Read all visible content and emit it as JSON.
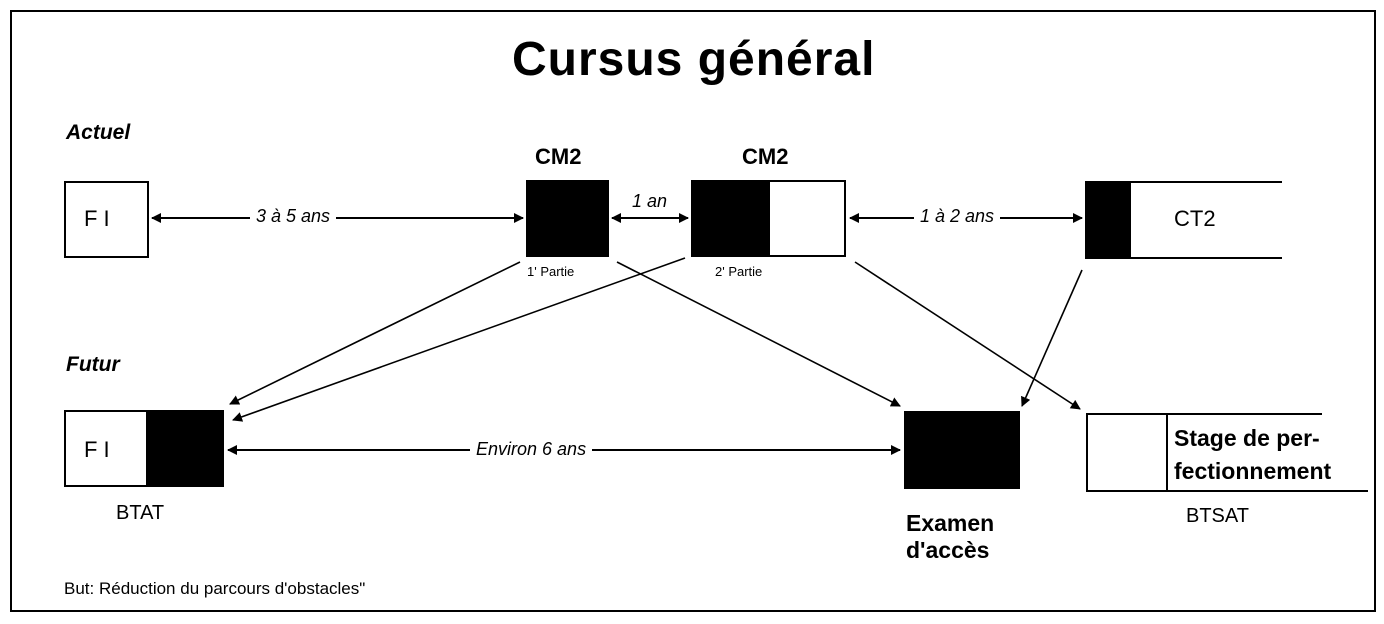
{
  "title": "Cursus général",
  "sections": {
    "current": "Actuel",
    "future": "Futur"
  },
  "current": {
    "fi_label": "F I",
    "cm2_label_1": "CM2",
    "cm2_label_2": "CM2",
    "part1": "1' Partie",
    "part2": "2' Partie",
    "ct2_label": "CT2",
    "durations": {
      "fi_to_cm2": "3 à 5 ans",
      "cm2_parts": "1 an",
      "cm2_to_ct2": "1 à 2 ans"
    }
  },
  "future": {
    "fi_label": "F I",
    "btat_label": "BTAT",
    "duration": "Environ 6 ans",
    "exam_label_line1": "Examen",
    "exam_label_line2": "d'accès",
    "stage_line1": "Stage de per-",
    "stage_line2": "fectionnement",
    "btsat_label": "BTSAT"
  },
  "footnote": "But: Réduction du  parcours d'obstacles\""
}
